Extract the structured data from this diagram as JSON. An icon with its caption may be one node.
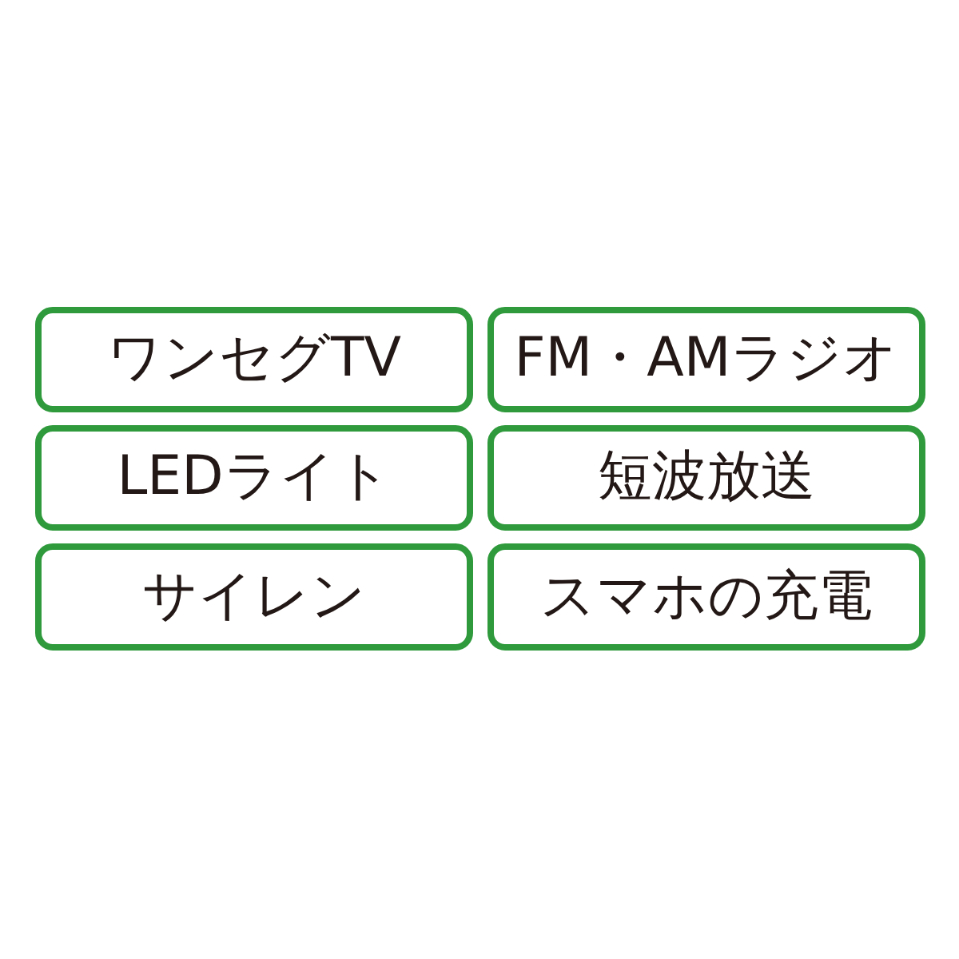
{
  "diagram": {
    "nodes": [
      {
        "text": [
          "ワンセグTV"
        ]
      },
      {
        "text": [
          "FM・AMラジオ"
        ]
      },
      {
        "text": [
          "LEDライト"
        ]
      },
      {
        "text": [
          "短波放送"
        ]
      },
      {
        "text": [
          "サイレン"
        ]
      },
      {
        "text": [
          "スマホの充電"
        ]
      }
    ]
  }
}
